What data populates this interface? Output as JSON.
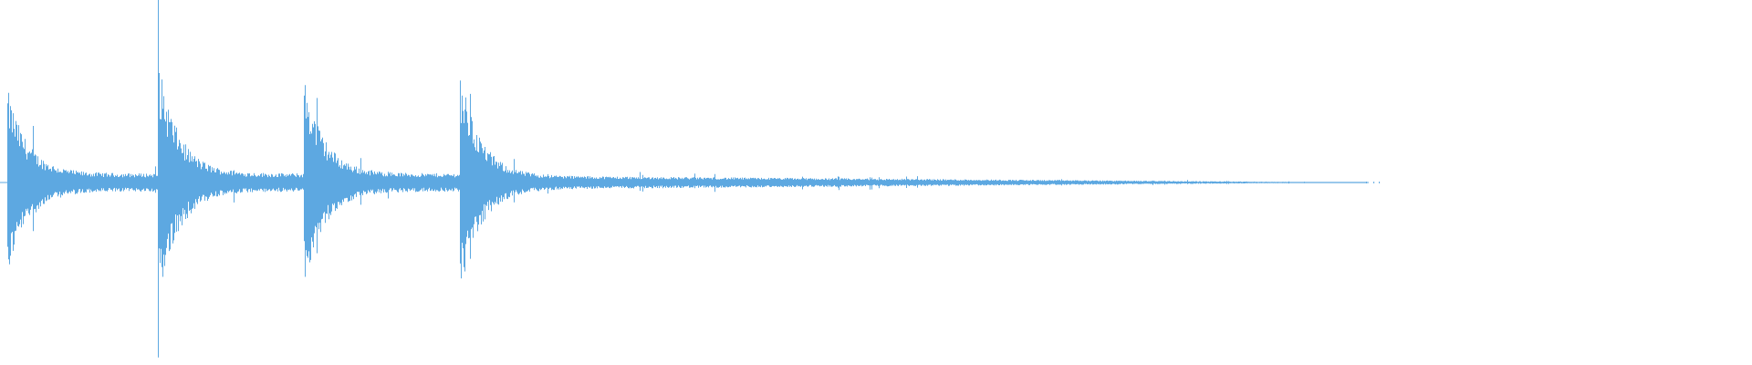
{
  "waveform": {
    "color": "#5DA8E1",
    "background": "#FFFFFF",
    "onsets": [
      0.004,
      0.09,
      0.173,
      0.262
    ],
    "peak_levels": [
      0.52,
      0.68,
      0.6,
      0.64
    ],
    "sustain_levels": [
      0.05,
      0.05,
      0.05,
      0.04
    ],
    "tail_end": 0.78,
    "scattered_tail_end": 0.78
  }
}
